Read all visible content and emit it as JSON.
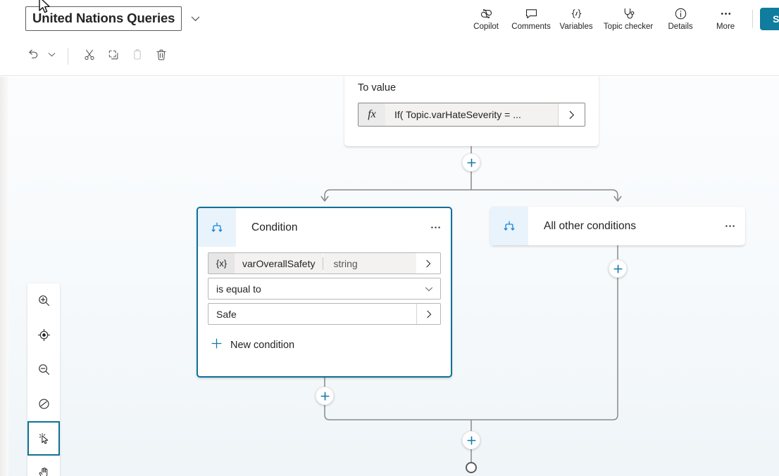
{
  "app": {
    "title": "United Nations Queries",
    "accent": "#0f7296",
    "save_button_color": "#107c9e",
    "canvas_bg": "#f5f9fb"
  },
  "topbar": {
    "title_chevron_icon": "chevron-down-icon",
    "actions": [
      {
        "label": "Copilot",
        "icon": "copilot-icon"
      },
      {
        "label": "Comments",
        "icon": "comment-icon"
      },
      {
        "label": "Variables",
        "icon": "variables-braces-icon"
      },
      {
        "label": "Topic checker",
        "icon": "stethoscope-icon"
      },
      {
        "label": "Details",
        "icon": "info-circle-icon"
      },
      {
        "label": "More",
        "icon": "ellipsis-icon"
      }
    ],
    "save_label": "Sav"
  },
  "toolbar": {
    "undo_icon": "undo-icon",
    "undo_chevron_icon": "chevron-down-icon",
    "cut_icon": "scissors-icon",
    "copy_icon": "copy-icon",
    "paste_icon": "paste-icon",
    "delete_icon": "trash-icon"
  },
  "canvas": {
    "to_value_node": {
      "label": "To value",
      "formula_badge": "fx",
      "formula_value": "If( Topic.varHateSeverity = ...",
      "expand_icon": "chevron-right-icon"
    },
    "condition_node": {
      "title": "Condition",
      "icon": "branch-condition-icon",
      "menu_icon": "ellipsis-icon",
      "selected": true,
      "variable_badge": "{x}",
      "variable_name": "varOverallSafety",
      "variable_type": "string",
      "variable_expand_icon": "chevron-right-icon",
      "operator": "is equal to",
      "operator_icon": "chevron-down-icon",
      "value": "Safe",
      "value_expand_icon": "chevron-right-icon",
      "new_condition_label": "New condition",
      "new_condition_icon": "plus-icon"
    },
    "other_conditions_node": {
      "title": "All other conditions",
      "icon": "branch-condition-icon",
      "menu_icon": "ellipsis-icon"
    },
    "add_buttons": [
      {
        "name": "add-node-above-branch",
        "icon": "plus-icon"
      },
      {
        "name": "add-node-condition-branch",
        "icon": "plus-icon"
      },
      {
        "name": "add-node-other-branch",
        "icon": "plus-icon"
      },
      {
        "name": "add-node-after-merge",
        "icon": "plus-icon"
      }
    ],
    "end_node": {
      "name": "flow-end-node"
    }
  },
  "tool_panel": {
    "items": [
      {
        "name": "zoom-in-icon",
        "label": "Zoom in",
        "active": false
      },
      {
        "name": "fit-to-screen-icon",
        "label": "Fit to screen",
        "active": false
      },
      {
        "name": "zoom-out-icon",
        "label": "Zoom out",
        "active": false
      },
      {
        "name": "reset-view-icon",
        "label": "Reset view",
        "active": false
      },
      {
        "name": "select-cursor-icon",
        "label": "Select",
        "active": true
      },
      {
        "name": "pan-hand-icon",
        "label": "Pan",
        "active": false
      }
    ]
  }
}
